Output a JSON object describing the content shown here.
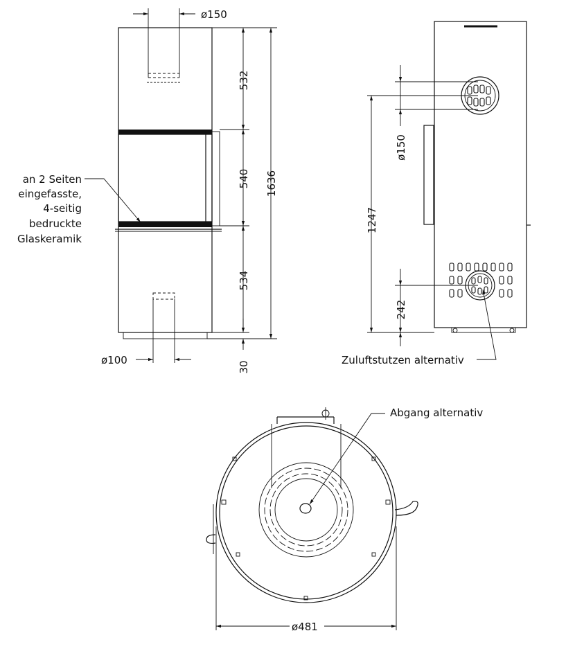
{
  "front": {
    "dim_flue_diameter": "ø150",
    "dim_top": "532",
    "dim_middle": "540",
    "dim_bottom": "534",
    "dim_total": "1636",
    "dim_base": "30",
    "dim_air_diameter": "ø100",
    "glass_label": [
      "an 2 Seiten",
      "eingefasste,",
      "4-seitig",
      "bedruckte",
      "Glaskeramik"
    ]
  },
  "side": {
    "dim_flue_diameter": "ø150",
    "dim_flue_height": "1247",
    "dim_air_height": "242",
    "air_inlet_label": "Zuluftstutzen alternativ"
  },
  "top": {
    "outlet_label": "Abgang alternativ",
    "dim_diameter": "ø481"
  }
}
